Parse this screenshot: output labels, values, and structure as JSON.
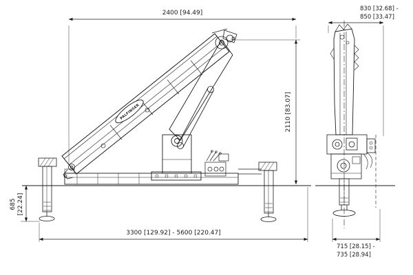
{
  "drawing": {
    "brand": "PALFINGER",
    "dims": {
      "top_width": "2400 [94.49]",
      "overall_height": "2110 [83.07]",
      "leg_height_value": "685",
      "leg_height_inches": "[22.24]",
      "outrigger_span": "3300 [129.92] - 5600 [220.47]",
      "rear_width_line1": "830 [32.68] -",
      "rear_width_line2": "850 [33.47]",
      "rear_base_line1": "715 [28.15] -",
      "rear_base_line2": "735 [28.94]"
    }
  }
}
